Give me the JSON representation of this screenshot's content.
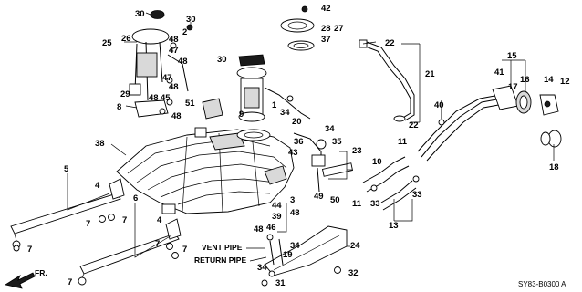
{
  "diagram_code": "SY83-B0300 A",
  "front_marker": "FR.",
  "callouts": {
    "vent_pipe": "VENT PIPE",
    "return_pipe": "RETURN PIPE"
  },
  "part_labels": [
    {
      "id": "l01",
      "text": "30"
    },
    {
      "id": "l02",
      "text": "30"
    },
    {
      "id": "l03",
      "text": "2"
    },
    {
      "id": "l04",
      "text": "26"
    },
    {
      "id": "l05",
      "text": "25"
    },
    {
      "id": "l06",
      "text": "48"
    },
    {
      "id": "l07",
      "text": "47"
    },
    {
      "id": "l08",
      "text": "48"
    },
    {
      "id": "l09",
      "text": "47"
    },
    {
      "id": "l10",
      "text": "48"
    },
    {
      "id": "l11",
      "text": "29"
    },
    {
      "id": "l12",
      "text": "48"
    },
    {
      "id": "l13",
      "text": "45"
    },
    {
      "id": "l14",
      "text": "8"
    },
    {
      "id": "l15",
      "text": "51"
    },
    {
      "id": "l16",
      "text": "48"
    },
    {
      "id": "l17",
      "text": "30"
    },
    {
      "id": "l18",
      "text": "1"
    },
    {
      "id": "l19",
      "text": "9"
    },
    {
      "id": "l20",
      "text": "34"
    },
    {
      "id": "l21",
      "text": "20"
    },
    {
      "id": "l22",
      "text": "42"
    },
    {
      "id": "l23",
      "text": "28"
    },
    {
      "id": "l24",
      "text": "27"
    },
    {
      "id": "l25",
      "text": "37"
    },
    {
      "id": "l26",
      "text": "22"
    },
    {
      "id": "l27",
      "text": "21"
    },
    {
      "id": "l28",
      "text": "22"
    },
    {
      "id": "l29",
      "text": "34"
    },
    {
      "id": "l30",
      "text": "35"
    },
    {
      "id": "l31",
      "text": "36"
    },
    {
      "id": "l32",
      "text": "43"
    },
    {
      "id": "l33",
      "text": "23"
    },
    {
      "id": "l34",
      "text": "38"
    },
    {
      "id": "l35",
      "text": "40"
    },
    {
      "id": "l36",
      "text": "15"
    },
    {
      "id": "l37",
      "text": "41"
    },
    {
      "id": "l38",
      "text": "16"
    },
    {
      "id": "l39",
      "text": "17"
    },
    {
      "id": "l40",
      "text": "14"
    },
    {
      "id": "l41",
      "text": "12"
    },
    {
      "id": "l42",
      "text": "18"
    },
    {
      "id": "l43",
      "text": "11"
    },
    {
      "id": "l44",
      "text": "10"
    },
    {
      "id": "l45",
      "text": "33"
    },
    {
      "id": "l46",
      "text": "33"
    },
    {
      "id": "l47",
      "text": "13"
    },
    {
      "id": "l48",
      "text": "49"
    },
    {
      "id": "l49",
      "text": "50"
    },
    {
      "id": "l50",
      "text": "11"
    },
    {
      "id": "l51",
      "text": "5"
    },
    {
      "id": "l52",
      "text": "4"
    },
    {
      "id": "l53",
      "text": "7"
    },
    {
      "id": "l54",
      "text": "7"
    },
    {
      "id": "l55",
      "text": "7"
    },
    {
      "id": "l56",
      "text": "6"
    },
    {
      "id": "l57",
      "text": "4"
    },
    {
      "id": "l58",
      "text": "7"
    },
    {
      "id": "l59",
      "text": "7"
    },
    {
      "id": "l60",
      "text": "7"
    },
    {
      "id": "l61",
      "text": "3"
    },
    {
      "id": "l62",
      "text": "44"
    },
    {
      "id": "l63",
      "text": "39"
    },
    {
      "id": "l64",
      "text": "48"
    },
    {
      "id": "l65",
      "text": "48"
    },
    {
      "id": "l66",
      "text": "46"
    },
    {
      "id": "l67",
      "text": "19"
    },
    {
      "id": "l68",
      "text": "34"
    },
    {
      "id": "l69",
      "text": "34"
    },
    {
      "id": "l70",
      "text": "24"
    },
    {
      "id": "l71",
      "text": "32"
    },
    {
      "id": "l72",
      "text": "31"
    }
  ]
}
